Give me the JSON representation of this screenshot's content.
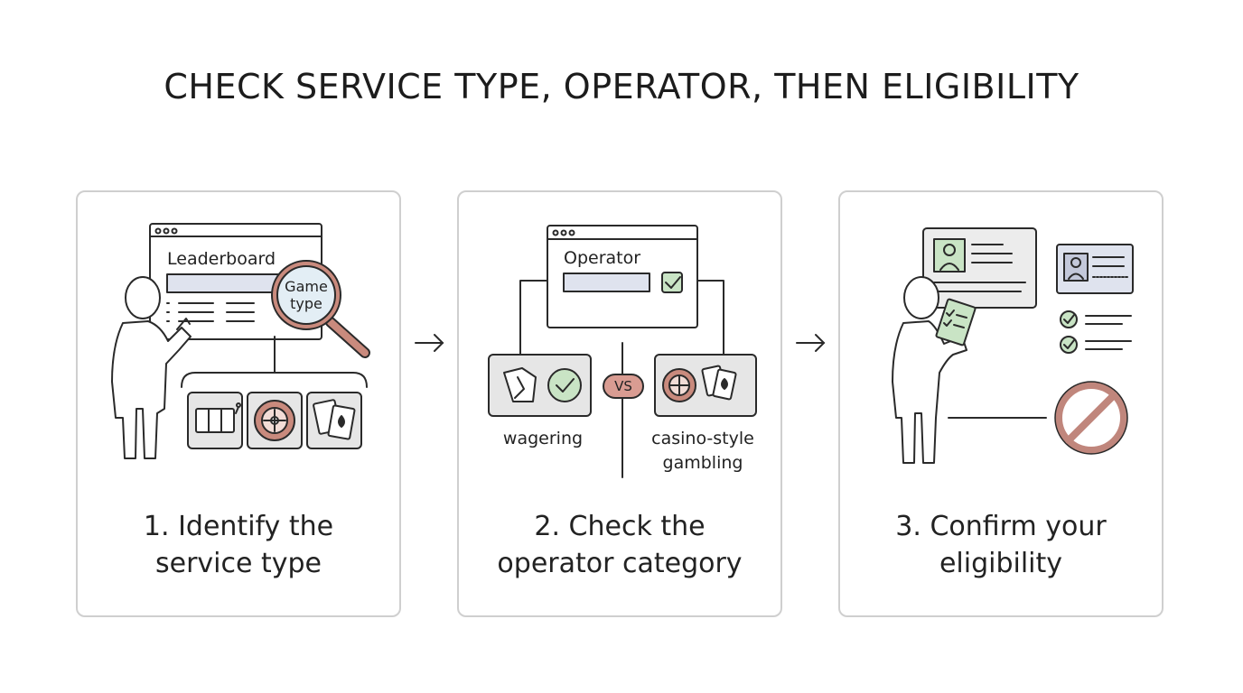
{
  "title": "CHECK SERVICE TYPE, OPERATOR, THEN ELIGIBILITY",
  "steps": [
    {
      "caption": "1. Identify the service type",
      "window_label": "Leaderboard",
      "magnifier_label": "Game type"
    },
    {
      "caption": "2. Check the operator category",
      "window_label": "Operator",
      "vs_label": "VS",
      "left_label": "wagering",
      "right_label": "casino-style gambling"
    },
    {
      "caption": "3. Confirm your eligibility"
    }
  ],
  "colors": {
    "stroke": "#2a2a2a",
    "border": "#cfcfcf",
    "input_fill": "#dfe3ee",
    "check_green": "#c9e4c5",
    "roulette_red": "#c98a7d",
    "vs_fill": "#d99c92",
    "no_sign": "#c0867c",
    "magnifier_handle": "#c98a7d",
    "lens_fill": "#e3eef5"
  }
}
